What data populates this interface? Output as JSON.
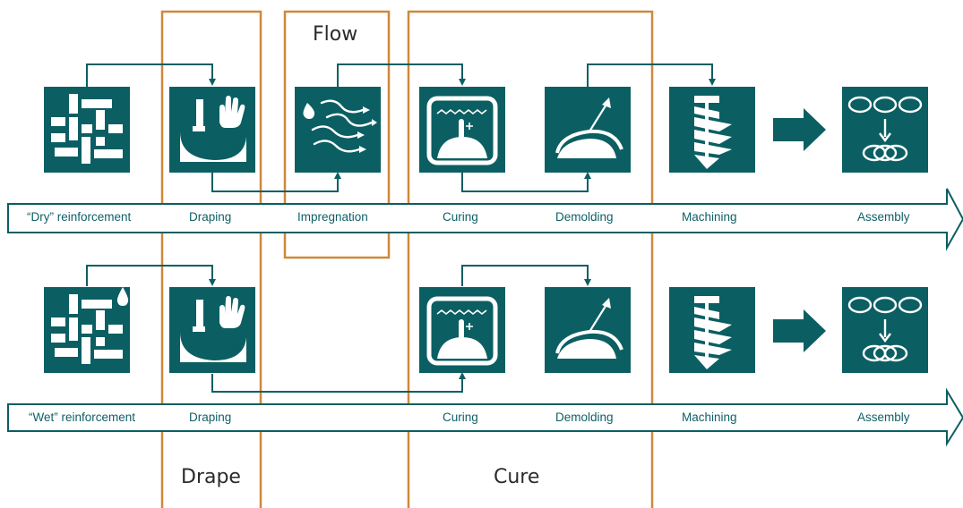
{
  "colors": {
    "teal": "#0b5f63",
    "orange": "#d0883a",
    "text": "#0f5f66",
    "white": "#ffffff"
  },
  "regions": [
    {
      "id": "flow",
      "title": "Flow"
    },
    {
      "id": "drape",
      "title": "Drape"
    },
    {
      "id": "cure",
      "title": "Cure"
    }
  ],
  "rows": [
    {
      "id": "dry",
      "steps": [
        {
          "label": "“Dry” reinforcement",
          "icon": "woven-fabric-icon"
        },
        {
          "label": "Draping",
          "icon": "draping-mold-hand-icon"
        },
        {
          "label": "Impregnation",
          "icon": "resin-flow-icon"
        },
        {
          "label": "Curing",
          "icon": "oven-thermometer-icon"
        },
        {
          "label": "Demolding",
          "icon": "demolding-part-icon"
        },
        {
          "label": "Machining",
          "icon": "drill-bit-icon"
        },
        {
          "label": "Assembly",
          "icon": "assembly-rings-icon"
        }
      ]
    },
    {
      "id": "wet",
      "steps": [
        {
          "label": "“Wet” reinforcement",
          "icon": "wet-woven-fabric-icon"
        },
        {
          "label": "Draping",
          "icon": "draping-mold-hand-icon"
        },
        {
          "label": "Curing",
          "icon": "oven-thermometer-icon"
        },
        {
          "label": "Demolding",
          "icon": "demolding-part-icon"
        },
        {
          "label": "Machining",
          "icon": "drill-bit-icon"
        },
        {
          "label": "Assembly",
          "icon": "assembly-rings-icon"
        }
      ]
    }
  ]
}
